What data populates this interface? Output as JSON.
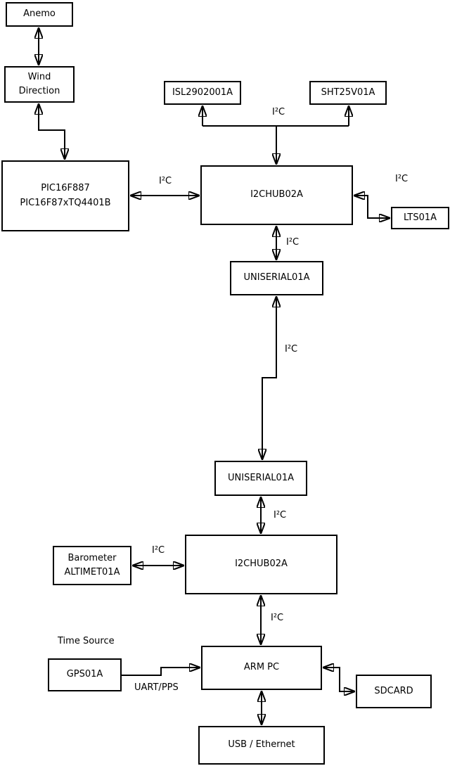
{
  "diagram": {
    "type": "block-diagram",
    "colors": {
      "line": "#000000",
      "box_border": "#000000",
      "background": "#ffffff",
      "text": "#000000"
    }
  },
  "nodes": {
    "anemo": {
      "label": "Anemo"
    },
    "wind_direction": {
      "label": "Wind\nDirection"
    },
    "pic": {
      "label": "PIC16F887\nPIC16F87xTQ4401B"
    },
    "isl": {
      "label": "ISL2902001A"
    },
    "sht": {
      "label": "SHT25V01A"
    },
    "i2c_hub_1": {
      "label": "I2CHUB02A"
    },
    "lts": {
      "label": "LTS01A"
    },
    "uniserial_1": {
      "label": "UNISERIAL01A"
    },
    "uniserial_2": {
      "label": "UNISERIAL01A"
    },
    "i2c_hub_2": {
      "label": "I2CHUB02A"
    },
    "barometer": {
      "label": "Barometer\nALTIMET01A"
    },
    "arm_pc": {
      "label": "ARM PC"
    },
    "gps": {
      "label": "GPS01A"
    },
    "sdcard": {
      "label": "SDCARD"
    },
    "usb_ethernet": {
      "label": "USB / Ethernet"
    }
  },
  "edge_labels": {
    "i2c_sensors": "I²C",
    "i2c_pic_hub": "I²C",
    "i2c_hub_lts": "I²C",
    "i2c_hub_uniserial": "I²C",
    "i2c_uniserial_link": "I²C",
    "i2c_uniserial_hub2": "I²C",
    "i2c_barometer_hub2": "I²C",
    "i2c_hub2_armpc": "I²C",
    "time_source": "Time Source",
    "uart_pps": "UART/PPS"
  }
}
